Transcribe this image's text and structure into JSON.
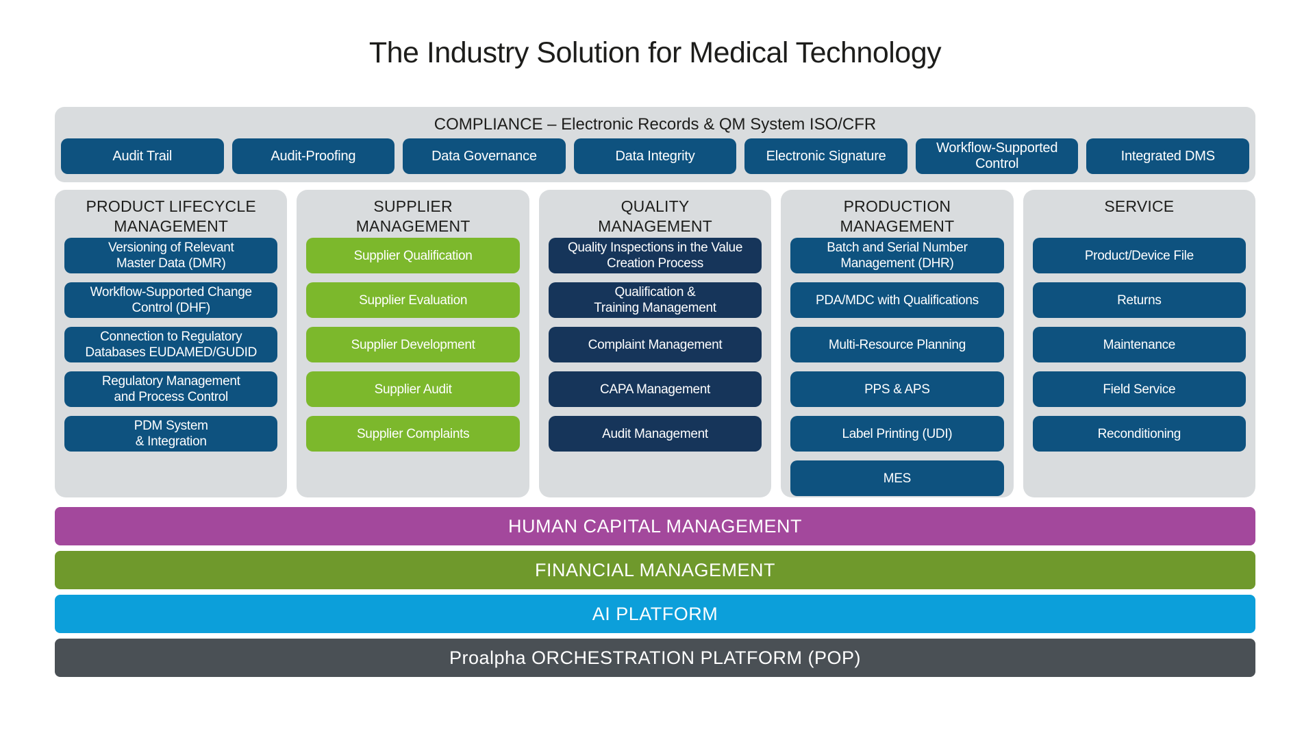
{
  "title": "The Industry Solution for Medical Technology",
  "compliance": {
    "header": "COMPLIANCE – Electronic Records & QM System ISO/CFR",
    "pills": [
      "Audit Trail",
      "Audit-Proofing",
      "Data Governance",
      "Data Integrity",
      "Electronic Signature",
      "Workflow-Supported\nControl",
      "Integrated DMS"
    ]
  },
  "columns": [
    {
      "header": "PRODUCT LIFECYCLE\nMANAGEMENT",
      "style": "blue",
      "pills": [
        "Versioning of Relevant\nMaster Data (DMR)",
        "Workflow-Supported Change\nControl (DHF)",
        "Connection to Regulatory\nDatabases EUDAMED/GUDID",
        "Regulatory Management\nand Process Control",
        "PDM System\n& Integration"
      ]
    },
    {
      "header": "SUPPLIER\nMANAGEMENT",
      "style": "green",
      "pills": [
        "Supplier Qualification",
        "Supplier Evaluation",
        "Supplier Development",
        "Supplier Audit",
        "Supplier Complaints"
      ]
    },
    {
      "header": "QUALITY\nMANAGEMENT",
      "style": "navy",
      "pills": [
        "Quality Inspections in the Value\nCreation Process",
        "Qualification &\nTraining Management",
        "Complaint Management",
        "CAPA Management",
        "Audit Management"
      ]
    },
    {
      "header": "PRODUCTION\nMANAGEMENT",
      "style": "blue",
      "pills": [
        "Batch and Serial Number\nManagement (DHR)",
        "PDA/MDC with Qualifications",
        "Multi-Resource Planning",
        "PPS & APS",
        "Label Printing (UDI)",
        "MES"
      ]
    },
    {
      "header": "SERVICE",
      "style": "blue",
      "pills": [
        "Product/Device File",
        "Returns",
        "Maintenance",
        "Field Service",
        "Reconditioning"
      ]
    }
  ],
  "bands": [
    {
      "label": "HUMAN CAPITAL MANAGEMENT",
      "color": "#a3489c"
    },
    {
      "label": "FINANCIAL MANAGEMENT",
      "color": "#6f992c"
    },
    {
      "label": "AI PLATFORM",
      "color": "#0c9fda"
    },
    {
      "label": "Proalpha ORCHESTRATION PLATFORM (POP)",
      "color": "#4a5055"
    }
  ],
  "colors": {
    "background": "#ffffff",
    "panel_gray": "#d9dcde",
    "pill_blue": "#0e527f",
    "pill_navy": "#16355a",
    "pill_green": "#7cb82c",
    "band_purple": "#a3489c",
    "band_olive": "#6f992c",
    "band_cyan": "#0c9fda",
    "band_slate": "#4a5055",
    "text_dark": "#1d1d1b",
    "text_light": "#ffffff"
  }
}
